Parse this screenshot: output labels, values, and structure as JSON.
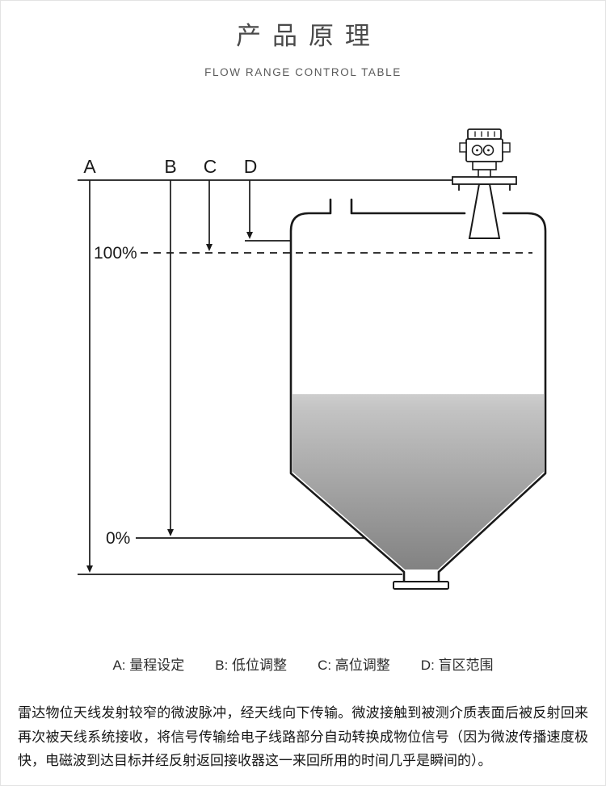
{
  "page": {
    "title": "产品原理",
    "subtitle": "FLOW RANGE CONTROL TABLE"
  },
  "diagram": {
    "labels": {
      "a": "A",
      "b": "B",
      "c": "C",
      "d": "D",
      "full_level": "100%",
      "empty_level": "0%"
    },
    "colors": {
      "line": "#191919",
      "material_top": "#cbcbcb",
      "material_bottom": "#828282"
    }
  },
  "legend": {
    "items": [
      "A: 量程设定",
      "B: 低位调整",
      "C: 高位调整",
      "D: 盲区范围"
    ]
  },
  "description": "雷达物位天线发射较窄的微波脉冲，经天线向下传输。微波接触到被测介质表面后被反射回来再次被天线系统接收，将信号传输给电子线路部分自动转换成物位信号（因为微波传播速度极快，电磁波到达目标并经反射返回接收器这一来回所用的时间几乎是瞬间的）。"
}
